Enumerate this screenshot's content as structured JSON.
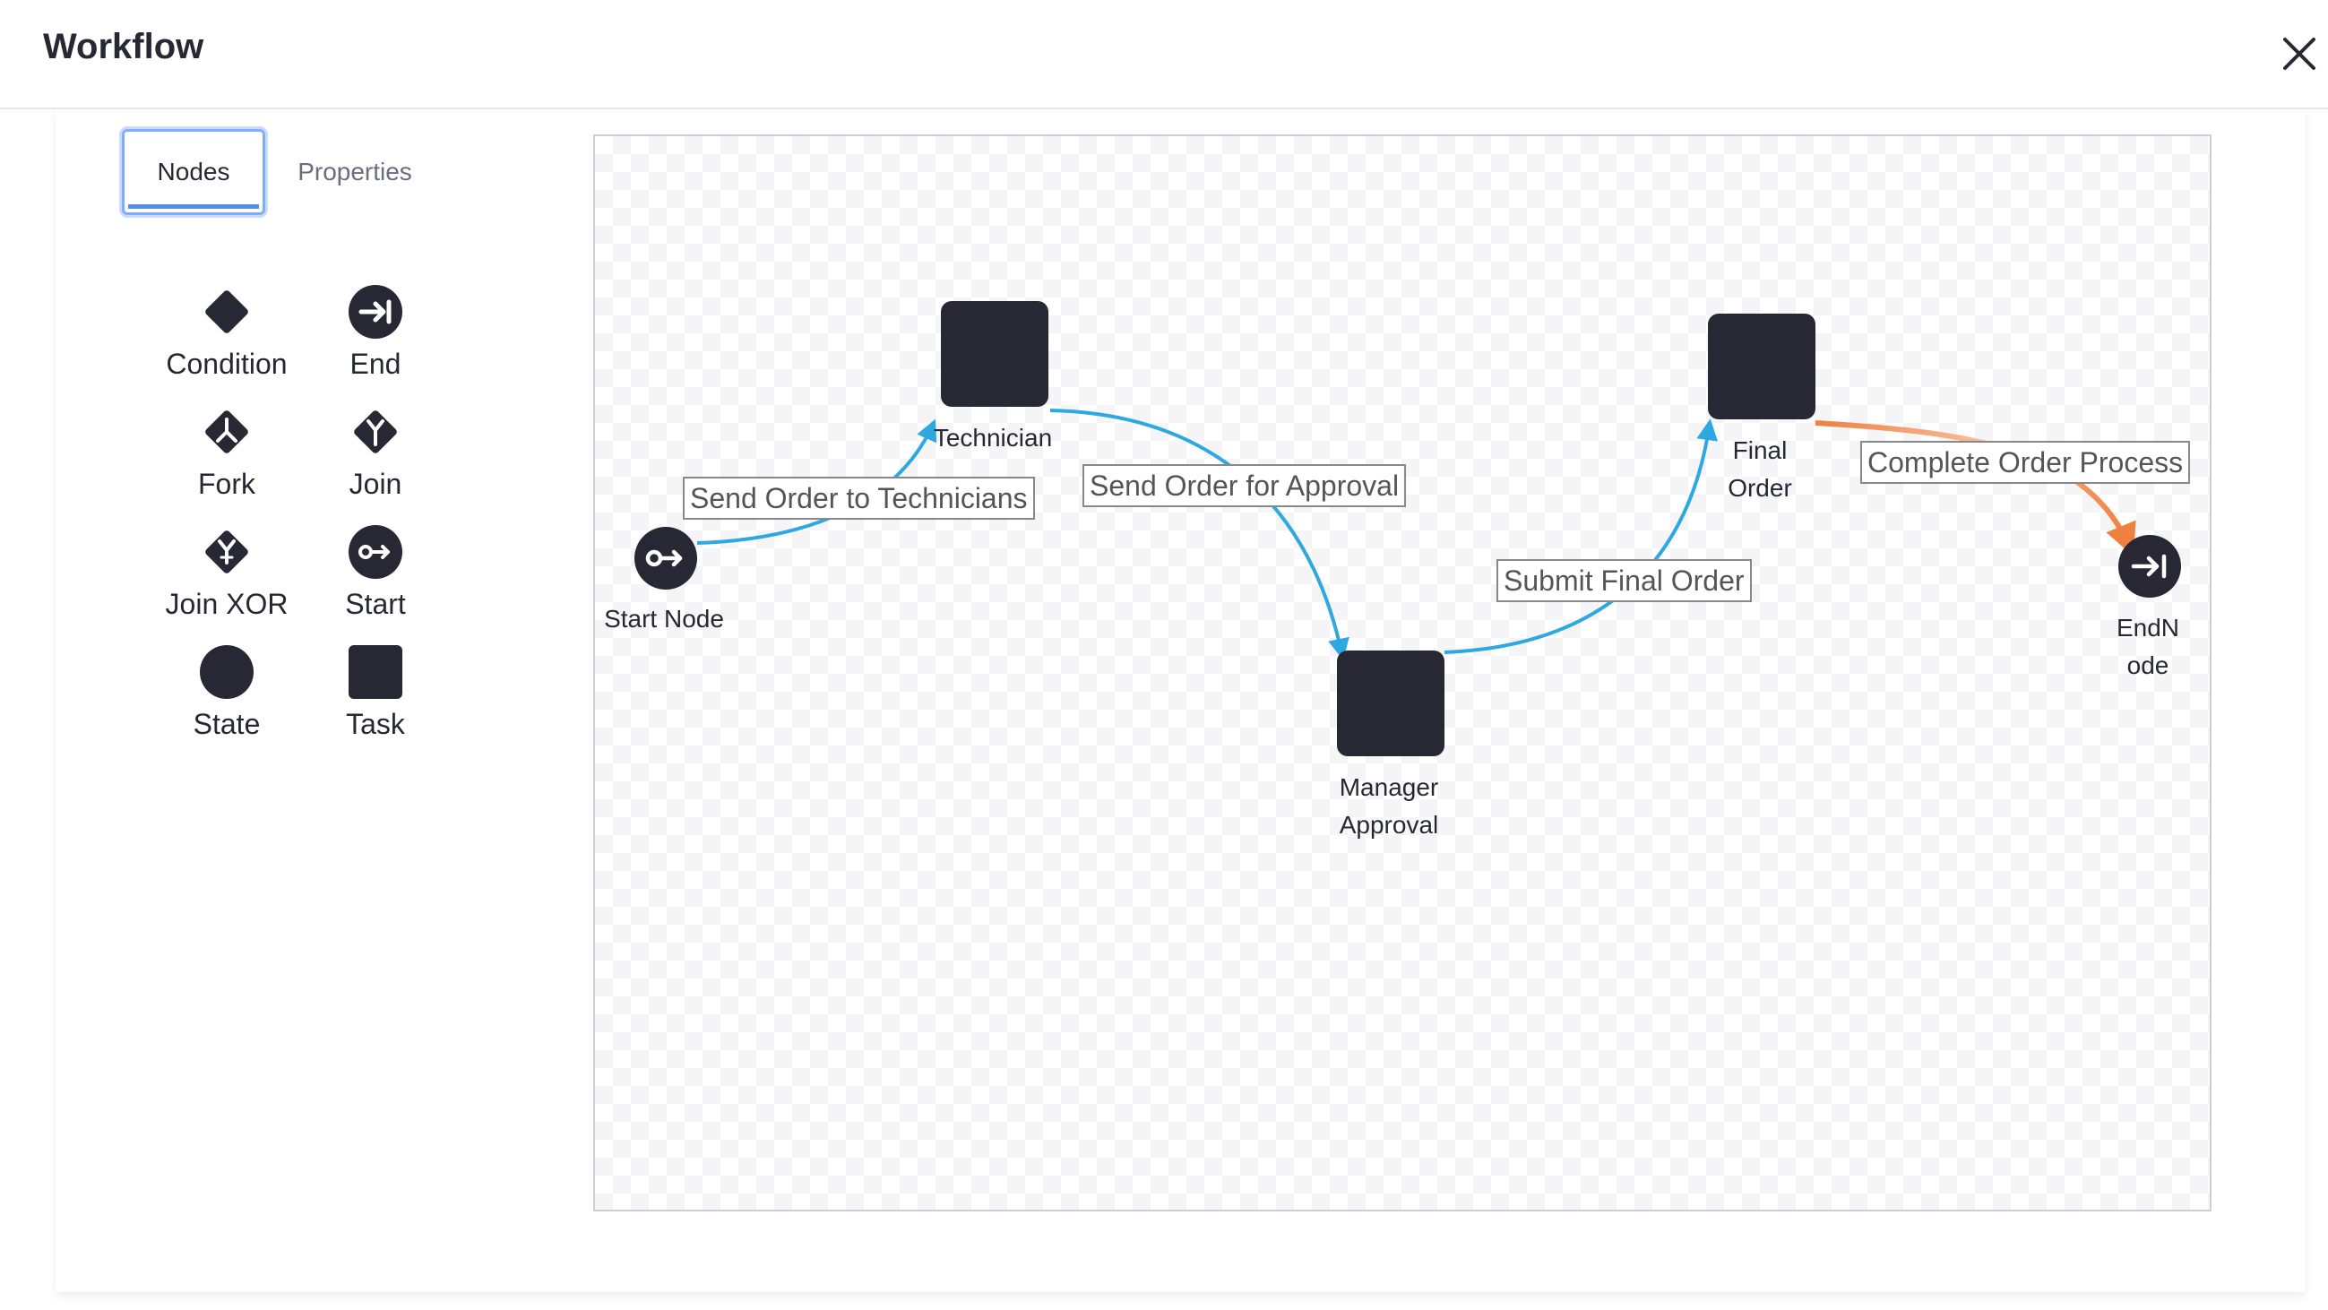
{
  "header": {
    "title": "Workflow"
  },
  "tabs": [
    {
      "label": "Nodes",
      "active": true
    },
    {
      "label": "Properties",
      "active": false
    }
  ],
  "palette": [
    {
      "label": "Condition",
      "icon": "diamond-icon"
    },
    {
      "label": "End",
      "icon": "end-icon"
    },
    {
      "label": "Fork",
      "icon": "fork-icon"
    },
    {
      "label": "Join",
      "icon": "join-icon"
    },
    {
      "label": "Join XOR",
      "icon": "join-xor-icon"
    },
    {
      "label": "Start",
      "icon": "start-icon"
    },
    {
      "label": "State",
      "icon": "circle-icon"
    },
    {
      "label": "Task",
      "icon": "square-icon"
    }
  ],
  "nodes": [
    {
      "id": "start",
      "label": "Start Node",
      "type": "start"
    },
    {
      "id": "technician",
      "label": "Technician",
      "type": "task"
    },
    {
      "id": "manager",
      "label": "Manager Approval",
      "type": "task"
    },
    {
      "id": "final",
      "label": "Final Order",
      "type": "task"
    },
    {
      "id": "end",
      "label": "EndNode",
      "type": "end"
    }
  ],
  "edges": [
    {
      "from": "start",
      "to": "technician",
      "label": "Send Order to Technicians",
      "color": "#2ea8e0"
    },
    {
      "from": "technician",
      "to": "manager",
      "label": "Send Order for Approval",
      "color": "#2ea8e0"
    },
    {
      "from": "manager",
      "to": "final",
      "label": "Submit Final Order",
      "color": "#2ea8e0"
    },
    {
      "from": "final",
      "to": "end",
      "label": "Complete Order Process",
      "color": "#f08040"
    }
  ],
  "colors": {
    "node": "#272833",
    "edge": "#2ea8e0",
    "selected_edge": "#f08040",
    "tab_focus": "#80acff"
  }
}
